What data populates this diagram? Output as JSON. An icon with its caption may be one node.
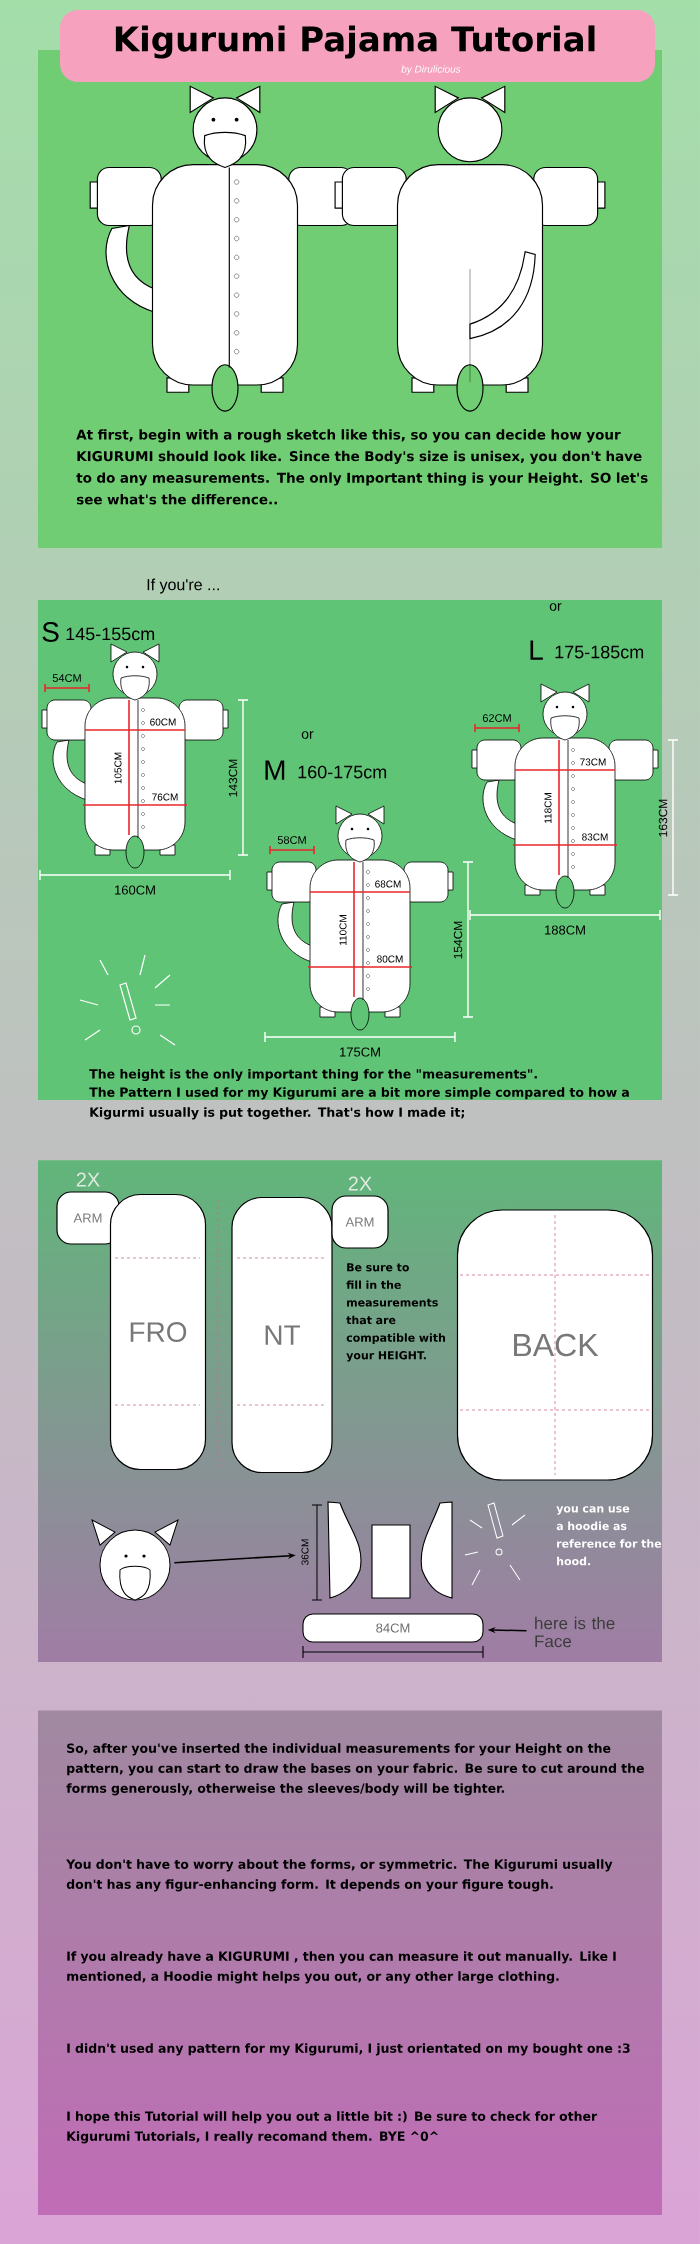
{
  "diagram": {
    "title": "Kigurumi Pajama Tutorial",
    "nodes": [
      {
        "text": [
          "ARM"
        ],
        "beside": [
          "2X"
        ]
      },
      {
        "text": [
          "FRO"
        ]
      },
      {
        "text": [
          "NT"
        ]
      },
      {
        "text": [
          "ARM"
        ],
        "beside": [
          "2X"
        ]
      },
      {
        "text": [
          "BACK"
        ]
      },
      {
        "text": [],
        "shape": "picture"
      },
      {
        "text": [],
        "shape": "picture"
      },
      {
        "text": [
          "84CM"
        ]
      },
      {
        "text": [
          "here is the Face"
        ]
      }
    ],
    "edges": [
      {
        "from": 5,
        "to": 6,
        "arrow": "to"
      },
      {
        "from": 8,
        "to": 7,
        "arrow": "to"
      }
    ],
    "labels": [
      "by Dirulicious",
      "At first, begin with a rough sketch like this, so you can decide how your KIGURUMI should look like. Since the Body's size is unisex, you don't have to do any measurements. The only Important thing is your Height. SO let's see what's the difference..",
      "If you're ...",
      "S",
      "145-155cm",
      "54CM",
      "60CM",
      "105CM",
      "76CM",
      "143CM",
      "160CM",
      "or",
      "M",
      "160-175cm",
      "58CM",
      "68CM",
      "110CM",
      "80CM",
      "154CM",
      "175CM",
      "or",
      "L",
      "175-185cm",
      "62CM",
      "73CM",
      "118CM",
      "83CM",
      "163CM",
      "188CM",
      "The height is the only important thing for the \"measurements\".",
      "The Pattern I used for my Kigurumi are a bit more simple compared to how a Kigurmi usually is put together. That's how I made it;",
      "Be sure to fill in the measurements that are compatible with your HEIGHT.",
      "36CM",
      "you can use a hoodie as reference for the hood.",
      "So, after you've inserted the individual measurements for your Height on the pattern, you can start to draw the bases on your fabric. Be sure to cut around the forms generously, otherweise the sleeves/body will be tighter.",
      "You don't have to worry about the forms, or symmetric. The Kigurumi usually don't has any figur-enhancing form. It depends on your figure tough.",
      "If you already have a KIGURUMI , then you can measure it out manually. Like I mentioned, a Hoodie might helps you out, or any other large clothing.",
      "I didn't used any pattern for my Kigurumi, I just orientated on my bought one :3",
      "I hope this Tutorial will help you out a little bit :) Be sure to check for other Kigurumi Tutorials, I really recomand them. BYE ^0^"
    ]
  }
}
